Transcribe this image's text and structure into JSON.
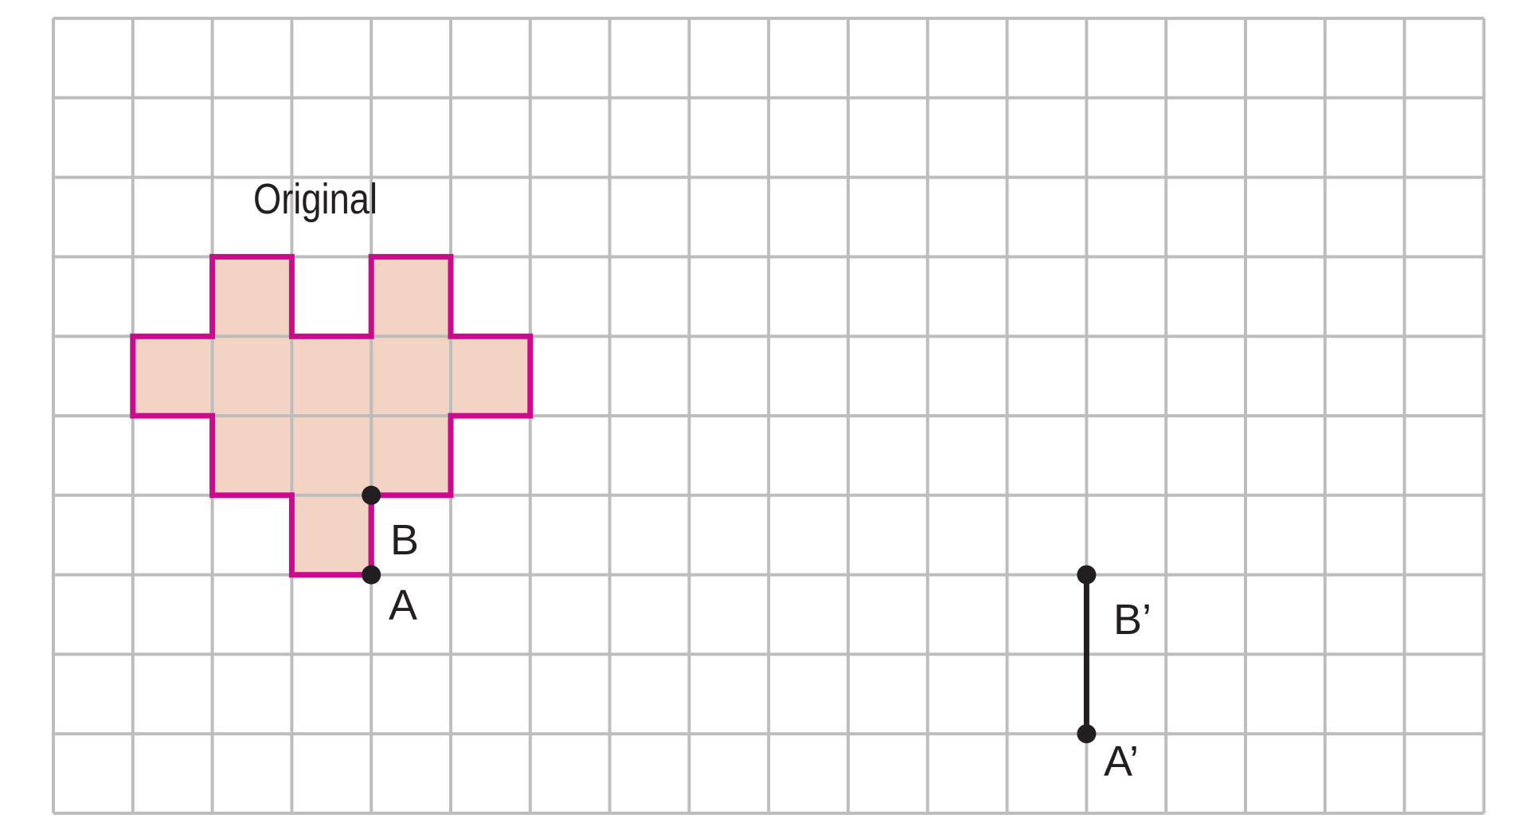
{
  "labels": {
    "original": "Original",
    "a": "A",
    "b": "B",
    "a_prime": "A’",
    "b_prime": "B’"
  },
  "grid": {
    "columns": 18,
    "rows": 10,
    "line_color": "#bdbdbd"
  },
  "shape": {
    "fill_color": "#f2d3c4",
    "stroke_color": "#cc0a8d",
    "cells": [
      [
        2,
        3
      ],
      [
        4,
        3
      ],
      [
        1,
        4
      ],
      [
        2,
        4
      ],
      [
        3,
        4
      ],
      [
        4,
        4
      ],
      [
        5,
        4
      ],
      [
        2,
        5
      ],
      [
        3,
        5
      ],
      [
        4,
        5
      ],
      [
        3,
        6
      ]
    ],
    "outline": [
      [
        2,
        3
      ],
      [
        3,
        3
      ],
      [
        3,
        4
      ],
      [
        4,
        4
      ],
      [
        4,
        3
      ],
      [
        5,
        3
      ],
      [
        5,
        4
      ],
      [
        6,
        4
      ],
      [
        6,
        5
      ],
      [
        5,
        5
      ],
      [
        5,
        6
      ],
      [
        4,
        6
      ],
      [
        4,
        7
      ],
      [
        3,
        7
      ],
      [
        3,
        6
      ],
      [
        2,
        6
      ],
      [
        2,
        5
      ],
      [
        1,
        5
      ],
      [
        1,
        4
      ],
      [
        2,
        4
      ]
    ]
  },
  "points": {
    "a": [
      4,
      7
    ],
    "b": [
      4,
      6
    ],
    "a_prime": [
      13,
      9
    ],
    "b_prime": [
      13,
      7
    ]
  },
  "point_color": "#231f20"
}
